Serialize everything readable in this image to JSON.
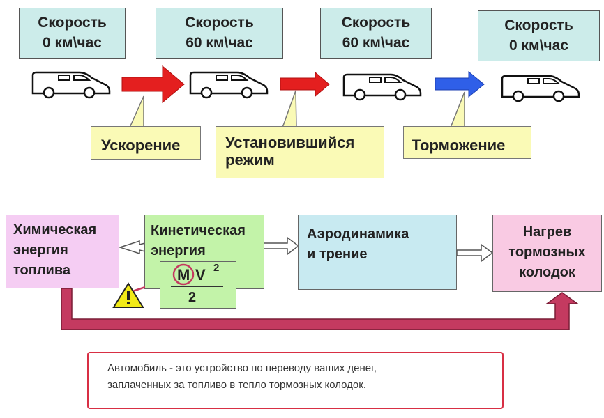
{
  "speeds": [
    {
      "title": "Скорость",
      "value": "0 км\\час"
    },
    {
      "title": "Скорость",
      "value": "60 км\\час"
    },
    {
      "title": "Скорость",
      "value": "60 км\\час"
    },
    {
      "title": "Скорость",
      "value": "0 км\\час"
    }
  ],
  "phases": {
    "acceleration": "Ускорение",
    "steady_line1": "Установившийся",
    "steady_line2": "режим",
    "braking": "Торможение"
  },
  "flow": {
    "chemical_line1": "Химическая",
    "chemical_line2": "энергия",
    "chemical_line3": "топлива",
    "kinetic_line1": "Кинетическая",
    "kinetic_line2": "энергия",
    "formula_m": "M",
    "formula_v": "V",
    "formula_exp": "2",
    "formula_den": "2",
    "aero_line1": "Аэродинамика",
    "aero_line2": "и трение",
    "heat_line1": "Нагрев",
    "heat_line2": "тормозных",
    "heat_line3": "колодок"
  },
  "note": {
    "line1": "Автомобиль - это устройство по переводу ваших  денег,",
    "line2": "заплаченных за топливо в тепло тормозных колодок."
  },
  "colors": {
    "speed_box": "#ccecea",
    "callout": "#fafab6",
    "chemical": "#f5cdf3",
    "kinetic": "#c3f3a9",
    "aero": "#c8eaf1",
    "heat": "#f9cae3",
    "arrow_red": "#e41f1f",
    "arrow_blue": "#2f5fe8",
    "return_arrow": "#c43a60",
    "note_border": "#d82f44"
  },
  "icons": [
    "car-icon",
    "warning-icon"
  ]
}
